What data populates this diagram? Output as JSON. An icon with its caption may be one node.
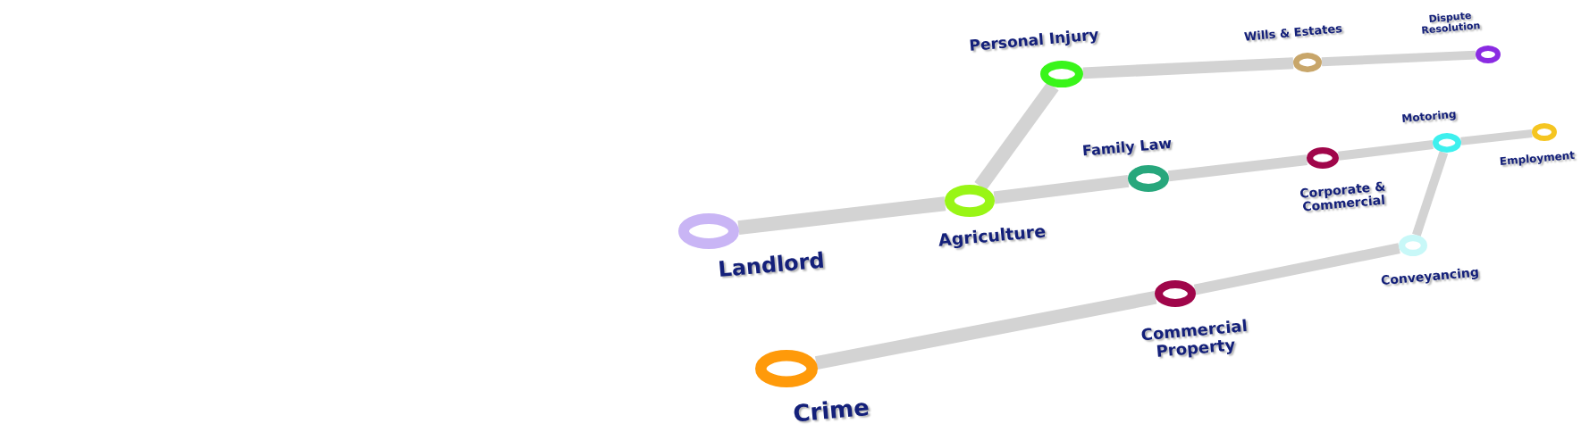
{
  "diagram": {
    "nodes": [
      {
        "text": [
          "Dispute Resolution"
        ]
      },
      {
        "text": [
          "Wills & Estates"
        ]
      },
      {
        "text": [
          "Personal Injury"
        ]
      },
      {
        "text": [
          "Motoring"
        ]
      },
      {
        "text": [
          "Employment"
        ]
      },
      {
        "text": [
          "Family Law"
        ]
      },
      {
        "text": [
          "Corporate & Commercial"
        ]
      },
      {
        "text": [
          "Agriculture"
        ]
      },
      {
        "text": [
          "Landlord"
        ]
      },
      {
        "text": [
          "Conveyancing"
        ]
      },
      {
        "text": [
          "Commercial Property"
        ]
      },
      {
        "text": [
          "Crime"
        ]
      }
    ],
    "edges": [
      {
        "from": 8,
        "to": 7,
        "arrow": "none"
      },
      {
        "from": 7,
        "to": 2,
        "arrow": "none"
      },
      {
        "from": 2,
        "to": 1,
        "arrow": "none"
      },
      {
        "from": 1,
        "to": 0,
        "arrow": "none"
      },
      {
        "from": 7,
        "to": 5,
        "arrow": "none"
      },
      {
        "from": 5,
        "to": 6,
        "arrow": "none"
      },
      {
        "from": 6,
        "to": 3,
        "arrow": "none"
      },
      {
        "from": 3,
        "to": 4,
        "arrow": "none"
      },
      {
        "from": 3,
        "to": 9,
        "arrow": "none"
      },
      {
        "from": 9,
        "to": 10,
        "arrow": "none"
      },
      {
        "from": 10,
        "to": 11,
        "arrow": "none"
      }
    ]
  }
}
